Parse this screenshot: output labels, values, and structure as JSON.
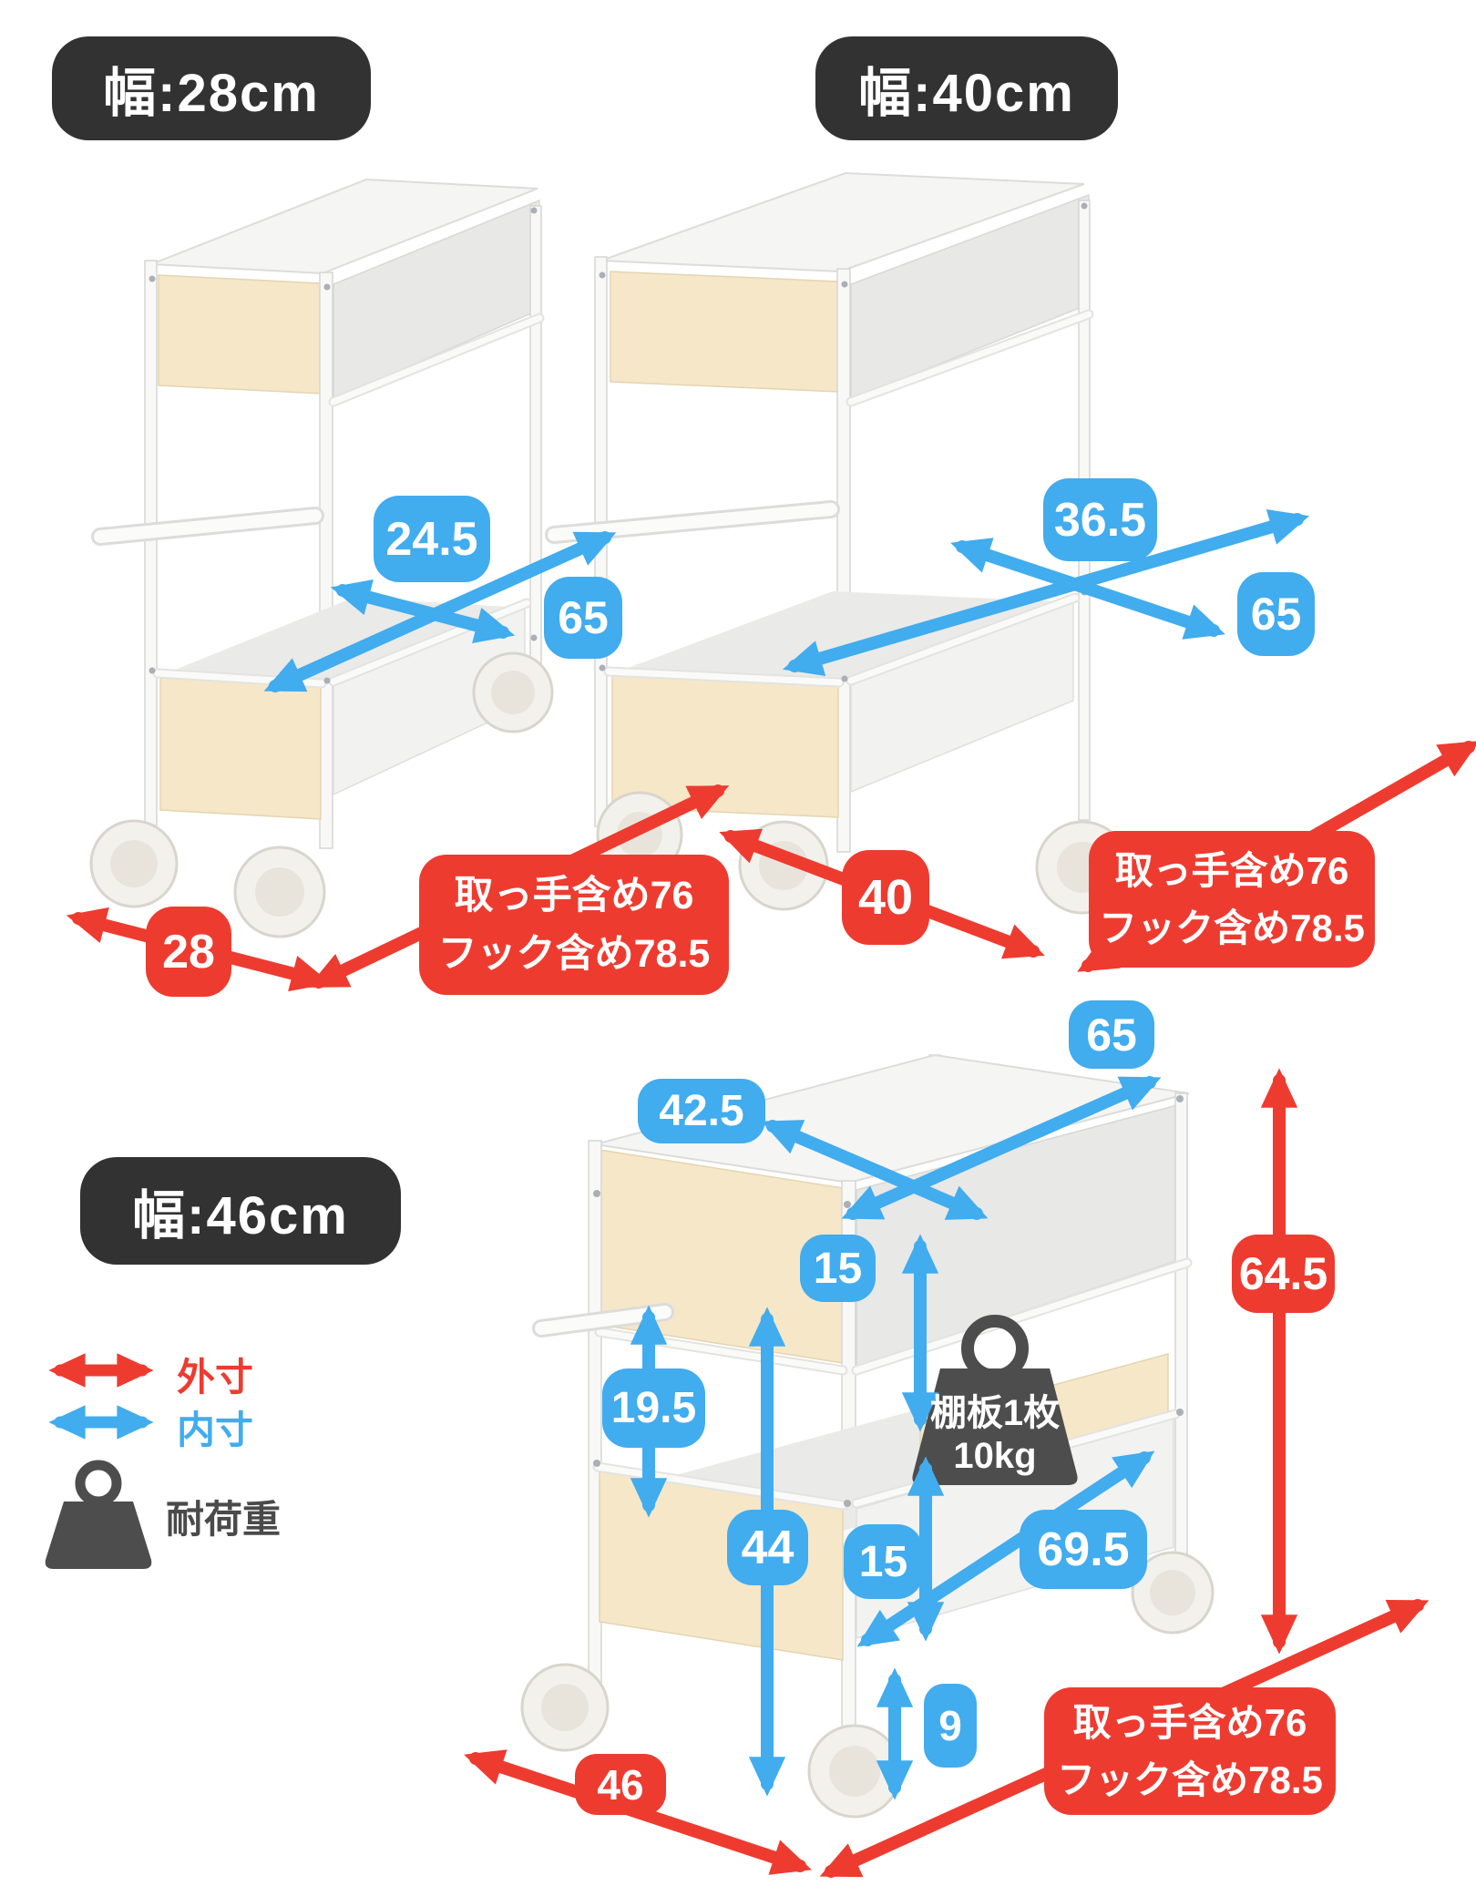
{
  "colors": {
    "outer_dimension_red": "#EE3B30",
    "inner_dimension_blue": "#41ACEE",
    "badge_background": "#323232",
    "wood_panel": "#F5E7C8",
    "load_icon_gray": "#4D4D4D"
  },
  "legend": {
    "outer_label": "外寸",
    "inner_label": "内寸",
    "load_label": "耐荷重"
  },
  "variant_28": {
    "badge": "幅:28cm",
    "inner_width": "24.5",
    "inner_length": "65",
    "outer_width": "28",
    "note_line1": "取っ手含め76",
    "note_line2": "フック含め78.5"
  },
  "variant_40": {
    "badge": "幅:40cm",
    "inner_width": "36.5",
    "inner_length": "65",
    "outer_width": "40",
    "note_line1": "取っ手含め76",
    "note_line2": "フック含め78.5"
  },
  "variant_46": {
    "badge": "幅:46cm",
    "outer_length": "65",
    "top_inner_width": "42.5",
    "drawer_height": "15",
    "handle_gap_height": "19.5",
    "shelf_clearance_height": "44",
    "basket_inner_height": "15",
    "basket_inner_length": "69.5",
    "ground_clearance": "9",
    "outer_height": "64.5",
    "outer_width": "46",
    "note_line1": "取っ手含め76",
    "note_line2": "フック含め78.5",
    "shelf_load_line1": "棚板1枚",
    "shelf_load_line2": "10kg"
  }
}
